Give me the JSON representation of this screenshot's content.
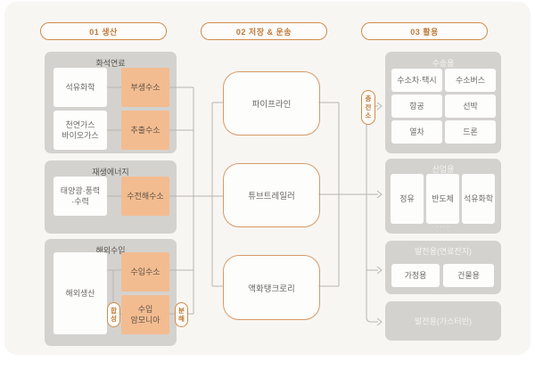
{
  "stages": {
    "production": "01 생산",
    "storage": "02 저장 & 운송",
    "utilization": "03 활용"
  },
  "production": {
    "fossil": {
      "title": "화석연료",
      "sources": [
        "석유화학",
        "천연가스\n바이오가스"
      ],
      "outputs": [
        "부생수소",
        "추출수소"
      ]
    },
    "renewable": {
      "title": "재생에너지",
      "source": "태양광·풍력\n·수력",
      "output": "수전해수소"
    },
    "import": {
      "title": "해외수입",
      "source": "해외생산",
      "outputs": [
        "수입수소",
        "수입\n암모니아"
      ],
      "synthesis_label": "합\n성",
      "decompose_label": "분\n해"
    }
  },
  "storage": {
    "modes": [
      "파이프라인",
      "튜브트레일러",
      "액화탱크로리"
    ],
    "station_label": "충\n전\n소"
  },
  "utilization": {
    "transport": {
      "title": "수송용",
      "items": [
        "수소차·택시",
        "수소버스",
        "항공",
        "선박",
        "열차",
        "드론"
      ]
    },
    "industry": {
      "title": "산업용",
      "items": [
        "정유",
        "반도체",
        "석유화학"
      ],
      "more": "····"
    },
    "power_fuelcell": {
      "title": "발전용(연료전지)",
      "items": [
        "가정용",
        "건물용"
      ]
    },
    "power_turbine": {
      "title": "발전용(가스터빈)"
    }
  },
  "colors": {
    "accent": "#c9813f",
    "orange_box": "#f3bc90",
    "group_bg": "#d4d2cf",
    "line": "#b8b5b1",
    "card_bg": "#f8f6f3"
  }
}
